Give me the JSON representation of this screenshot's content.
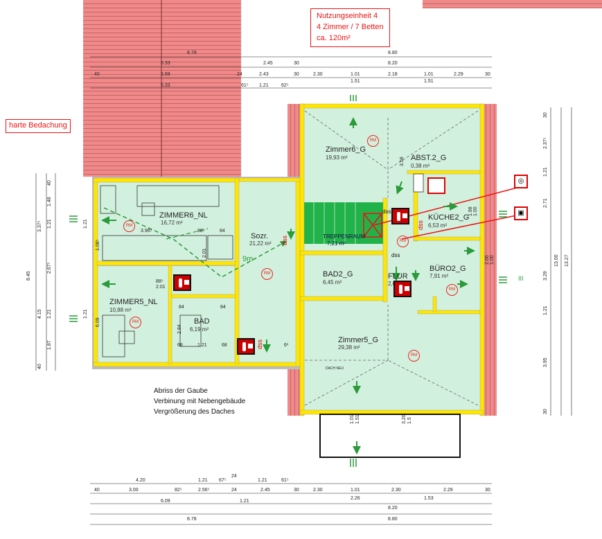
{
  "usage_unit": {
    "line1": "Nutzungseinheit 4",
    "line2": "4 Zimmer / 7 Betten",
    "line3": "ca. 120m²"
  },
  "roof_note": "harte Bedachung",
  "notes": [
    "Abriss der Gaube",
    "Verbinung mit Nebengebäude",
    "Vergrößerung des Daches"
  ],
  "rooms": {
    "zimmer6_nl": {
      "name": "ZIMMER6_NL",
      "area": "16,72 m²"
    },
    "zimmer5_nl": {
      "name": "ZIMMER5_NL",
      "area": "10,88 m²"
    },
    "bad": {
      "name": "BAD",
      "area": "6,19 m²"
    },
    "sozr": {
      "name": "Sozr.",
      "area": "21,22 m²"
    },
    "zimmer6_g": {
      "name": "Zimmer6_G",
      "area": "19,93 m²"
    },
    "abst2_g": {
      "name": "ABST.2_G",
      "area": "0,38 m²"
    },
    "kueche2_g": {
      "name": "KÜCHE2_G",
      "area": "6,53 m²"
    },
    "treppenraum": {
      "name": "TREPPENRAUM",
      "area": "7,21 m²"
    },
    "bad2_g": {
      "name": "BAD2_G",
      "area": "6,45 m²"
    },
    "flur": {
      "name": "FLUR",
      "area": "2,6"
    },
    "buero2_g": {
      "name": "BÜRO2_G",
      "area": "7,91 m²"
    },
    "zimmer5_g": {
      "name": "Zimmer5_G",
      "area": "29,38 m²"
    }
  },
  "symbols": {
    "rm": "RM",
    "dss": "dss",
    "escape_distance": "9m",
    "dach_neu": "DACH NEU",
    "window_mark": "III"
  },
  "icons": [
    "fire-extinguisher-icon",
    "fire-hose-icon",
    "smoke-extraction-icon",
    "emergency-exit-arrow-icon",
    "smoke-detector-icon"
  ],
  "dims_top": {
    "row1": [
      "8.78",
      "8.80"
    ],
    "row2": [
      "6.33",
      "2.45",
      "30",
      "8.20"
    ],
    "row3": [
      "40",
      "5.69",
      "24",
      "2.43",
      "30",
      "2.30",
      "1.01",
      "2.18",
      "1.01",
      "2.29",
      "30"
    ],
    "row4": [
      "6.33",
      "61⁵",
      "1.21",
      "62⁵",
      "1.51",
      "1.51"
    ]
  },
  "dims_bottom": {
    "row1": [
      "4.20",
      "1.21",
      "67⁵",
      "24",
      "1.21",
      "61⁵"
    ],
    "row2": [
      "40",
      "3.00",
      "82⁵",
      "2.56⁵",
      "24",
      "2.45",
      "30",
      "2.30",
      "1.01",
      "2.30",
      "2.29",
      "30"
    ],
    "row3": [
      "6.09",
      "1.21",
      "2.26",
      "1.53"
    ],
    "row4": [
      "8.20"
    ],
    "row5": [
      "8.78",
      "8.80"
    ]
  },
  "dims_left": [
    "40",
    "1.48",
    "1.21",
    "3.37⁵",
    "8.45",
    "4.15",
    "2.67⁵",
    "1.21",
    "1.87",
    "40",
    "1.21",
    "1.21"
  ],
  "dims_right": [
    "30",
    "2.37⁵",
    "1.21",
    "2.71",
    "13.00",
    "13.27",
    "3.29",
    "1.21",
    "3.95",
    "30",
    "2.00",
    "1.00"
  ],
  "dims_inner": [
    "3.96⁵",
    "88⁵",
    "84",
    "2.01",
    "88⁵",
    "2.01",
    "84",
    "84",
    "2.84",
    "68",
    "1.21",
    "68",
    "6¹",
    "1.08⁵",
    "6.09",
    "3.58",
    "1.98",
    "1.00",
    "1.01",
    "1.51",
    "3.20",
    "1.5"
  ],
  "colors": {
    "room": "#d2f0de",
    "wall": "#ffe600",
    "roof": "#f08080",
    "roof_line": "#b04040",
    "red": "#e11",
    "stair": "#2ea84a",
    "escape": "#2a9a3a"
  }
}
